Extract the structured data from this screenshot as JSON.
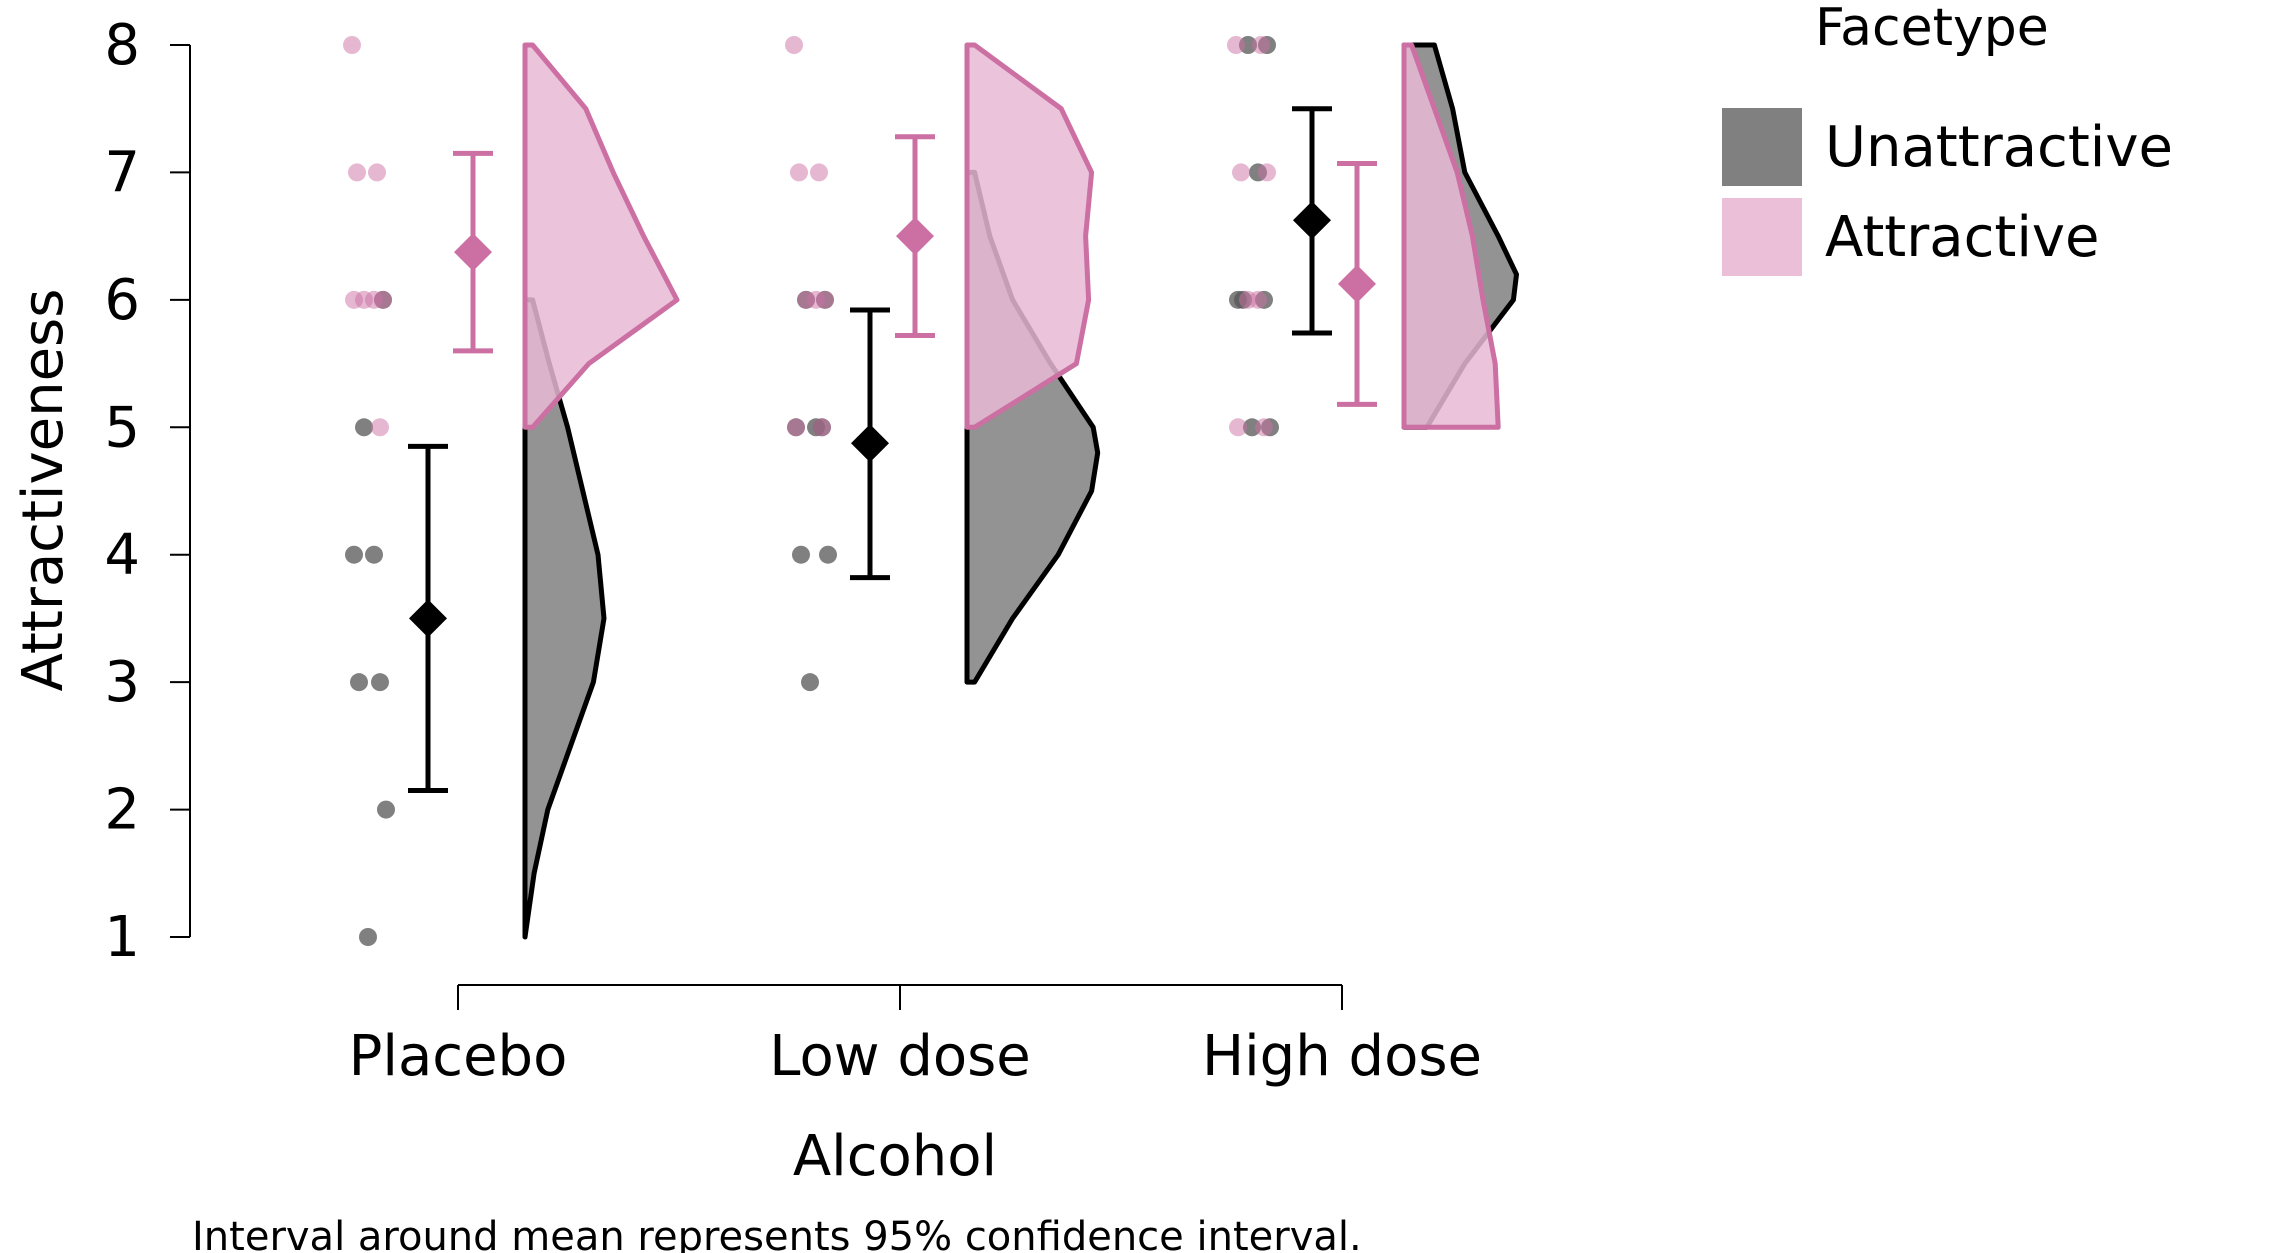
{
  "chart_data": {
    "type": "raincloud",
    "title": "",
    "xlabel": "Alcohol",
    "ylabel": "Attractiveness",
    "ylim": [
      1,
      8
    ],
    "yticks": [
      1,
      2,
      3,
      4,
      5,
      6,
      7,
      8
    ],
    "categories": [
      "Placebo",
      "Low dose",
      "High dose"
    ],
    "legend_title": "Facetype",
    "legend_position": "top-right",
    "footnote": "Interval around mean represents 95% confidence interval.",
    "series": [
      {
        "name": "Unattractive",
        "color": "#808080",
        "stroke": "#000000",
        "means": [
          3.5,
          4.875,
          6.625
        ],
        "ci_lower": [
          2.15,
          3.82,
          5.74
        ],
        "ci_upper": [
          4.85,
          5.92,
          7.5
        ],
        "points": [
          [
            1,
            2,
            3,
            3,
            4,
            4,
            5,
            6
          ],
          [
            3,
            4,
            4,
            5,
            5,
            5,
            6,
            6
          ],
          [
            5,
            5,
            6,
            6,
            6,
            7,
            8,
            8
          ]
        ],
        "density": [
          [
            [
              1,
              0
            ],
            [
              1.5,
              0.06
            ],
            [
              2,
              0.15
            ],
            [
              2.5,
              0.3
            ],
            [
              3,
              0.45
            ],
            [
              3.5,
              0.52
            ],
            [
              4,
              0.48
            ],
            [
              4.5,
              0.38
            ],
            [
              5,
              0.28
            ],
            [
              5.5,
              0.16
            ],
            [
              6,
              0.05
            ]
          ],
          [
            [
              3,
              0.05
            ],
            [
              3.5,
              0.3
            ],
            [
              4,
              0.6
            ],
            [
              4.5,
              0.82
            ],
            [
              4.8,
              0.86
            ],
            [
              5,
              0.83
            ],
            [
              5.5,
              0.55
            ],
            [
              6,
              0.3
            ],
            [
              6.5,
              0.15
            ],
            [
              7,
              0.05
            ]
          ],
          [
            [
              5,
              0.15
            ],
            [
              5.5,
              0.4
            ],
            [
              6,
              0.72
            ],
            [
              6.2,
              0.74
            ],
            [
              6.5,
              0.62
            ],
            [
              7,
              0.4
            ],
            [
              7.5,
              0.32
            ],
            [
              8,
              0.2
            ]
          ]
        ]
      },
      {
        "name": "Attractive",
        "color": "#e8b8d3",
        "stroke": "#cc6fa3",
        "means": [
          6.375,
          6.5,
          6.125
        ],
        "ci_lower": [
          5.6,
          5.72,
          5.18
        ],
        "ci_upper": [
          7.15,
          7.28,
          7.07
        ],
        "points": [
          [
            5,
            6,
            6,
            6,
            6,
            7,
            7,
            8
          ],
          [
            5,
            5,
            6,
            6,
            6,
            7,
            7,
            8
          ],
          [
            5,
            5,
            6,
            6,
            7,
            7,
            8,
            8
          ]
        ],
        "density": [
          [
            [
              5,
              0.05
            ],
            [
              5.5,
              0.42
            ],
            [
              6,
              1.0
            ],
            [
              6.5,
              0.78
            ],
            [
              7,
              0.58
            ],
            [
              7.5,
              0.4
            ],
            [
              8,
              0.05
            ]
          ],
          [
            [
              5,
              0.05
            ],
            [
              5.5,
              0.72
            ],
            [
              6,
              0.8
            ],
            [
              6.5,
              0.78
            ],
            [
              7,
              0.82
            ],
            [
              7.5,
              0.62
            ],
            [
              8,
              0.05
            ]
          ],
          [
            [
              5,
              0.62
            ],
            [
              5.5,
              0.6
            ],
            [
              6,
              0.52
            ],
            [
              6.5,
              0.45
            ],
            [
              7,
              0.35
            ],
            [
              7.5,
              0.2
            ],
            [
              8,
              0.05
            ]
          ]
        ]
      }
    ]
  }
}
